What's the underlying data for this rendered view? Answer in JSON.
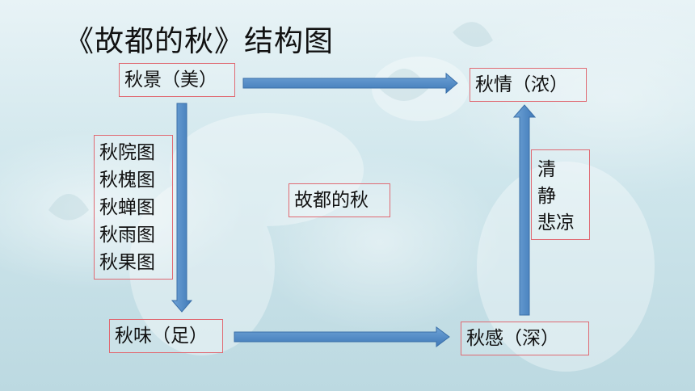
{
  "title": "《故都的秋》结构图",
  "nodes": {
    "autumn_scene": "秋景（美）",
    "autumn_feeling": "秋情（浓）",
    "autumn_taste": "秋味（足）",
    "autumn_sense": "秋感（深）",
    "center": "故都的秋"
  },
  "pictures": [
    "秋院图",
    "秋槐图",
    "秋蝉图",
    "秋雨图",
    "秋果图"
  ],
  "moods": [
    "清",
    "静",
    "悲凉"
  ],
  "colors": {
    "arrow": "#4a86c5",
    "box_border": "#e06a73"
  }
}
